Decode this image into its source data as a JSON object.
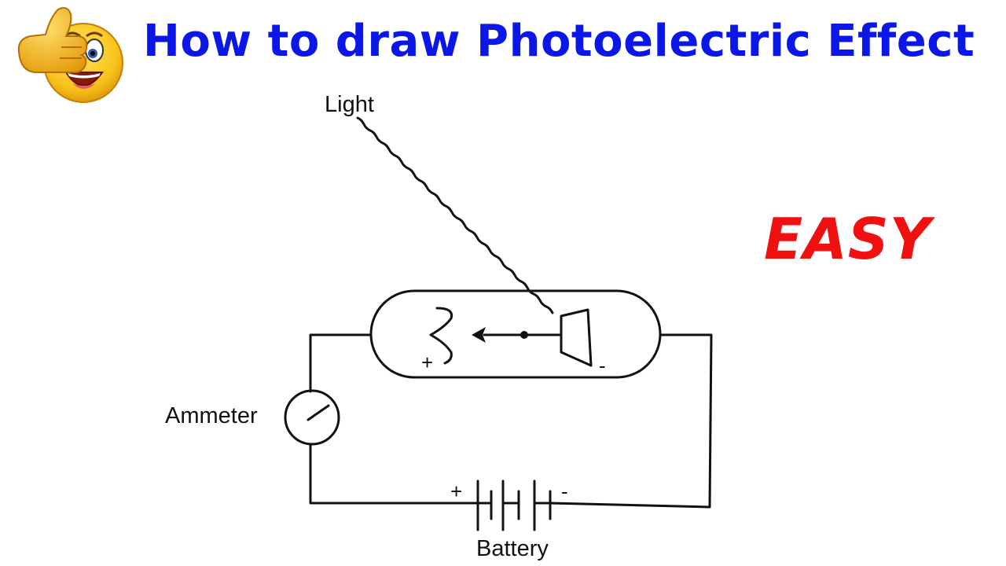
{
  "title": "How to draw Photoelectric Effect",
  "badge": "EASY",
  "labels": {
    "light": "Light",
    "ammeter": "Ammeter",
    "battery": "Battery"
  },
  "signs": {
    "plus": "+",
    "minus": "-"
  },
  "icons": {
    "emoji": "thumbs-up-smiley-icon"
  },
  "colors": {
    "title": "#0a17e8",
    "badge": "#f01010",
    "ink": "#111111",
    "emoji_face": "#f7c21b"
  }
}
